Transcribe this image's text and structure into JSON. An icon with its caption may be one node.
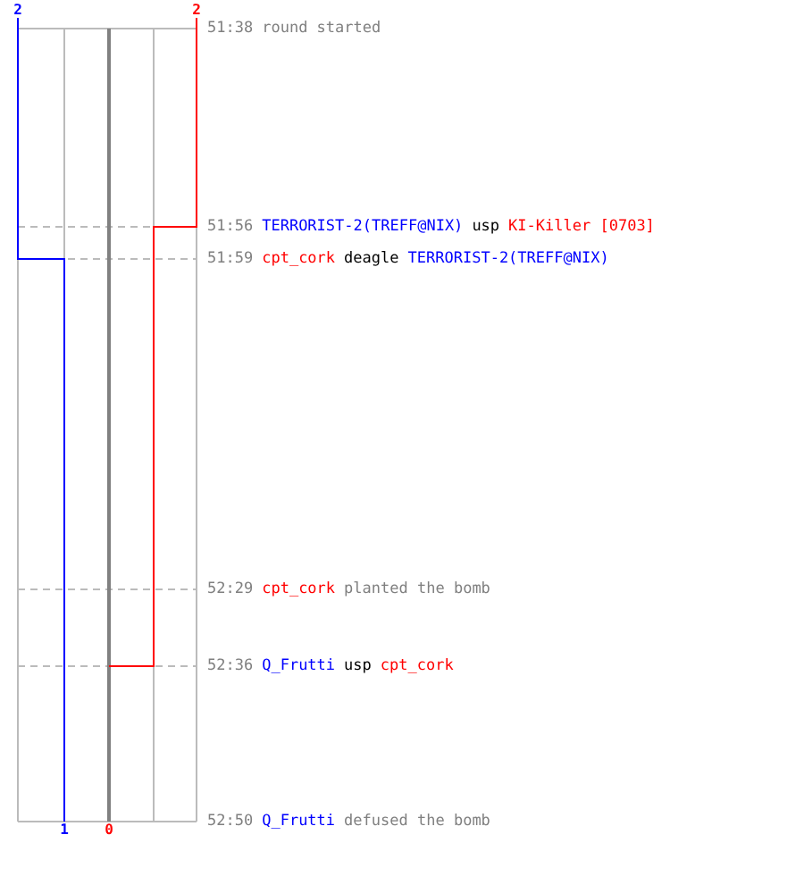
{
  "diagram": {
    "labels": [
      "2",
      "2",
      "51:38",
      "round started",
      "51:56",
      "TERRORIST-2(TREFF@NIX)",
      "usp",
      "KI-Killer [0703]",
      "51:59",
      "cpt_cork",
      "deagle",
      "TERRORIST-2(TREFF@NIX)",
      "52:29",
      "cpt_cork",
      "planted the bomb",
      "52:36",
      "Q_Frutti",
      "usp",
      "cpt_cork",
      "52:50",
      "Q_Frutti",
      "defused the bomb",
      "1",
      "0"
    ]
  }
}
